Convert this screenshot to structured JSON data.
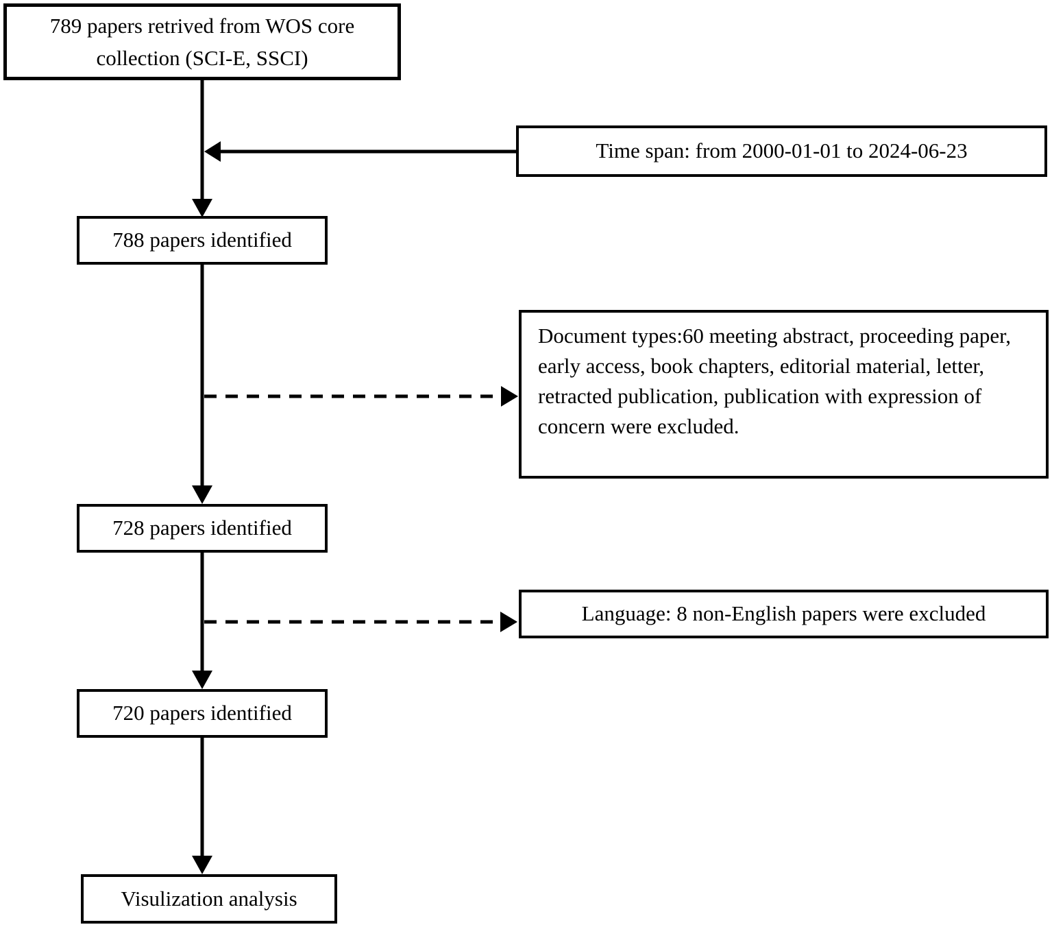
{
  "nodes": {
    "source": {
      "text": "789 papers retrived from WOS core collection (SCI-E, SSCI)"
    },
    "timespan": {
      "text": "Time span: from 2000-01-01 to 2024-06-23"
    },
    "identified788": {
      "text": "788 papers identified"
    },
    "docTypes": {
      "text": "Document types:60 meeting abstract, proceeding paper, early access, book chapters, editorial material, letter,  retracted publication, publication with expression of concern were excluded."
    },
    "identified728": {
      "text": "728 papers identified"
    },
    "language": {
      "text": "Language: 8 non-English papers were excluded"
    },
    "identified720": {
      "text": "720 papers identified"
    },
    "visualization": {
      "text": "Visulization analysis"
    }
  },
  "colors": {
    "line": "#000000",
    "background": "#ffffff",
    "text": "#000000"
  }
}
